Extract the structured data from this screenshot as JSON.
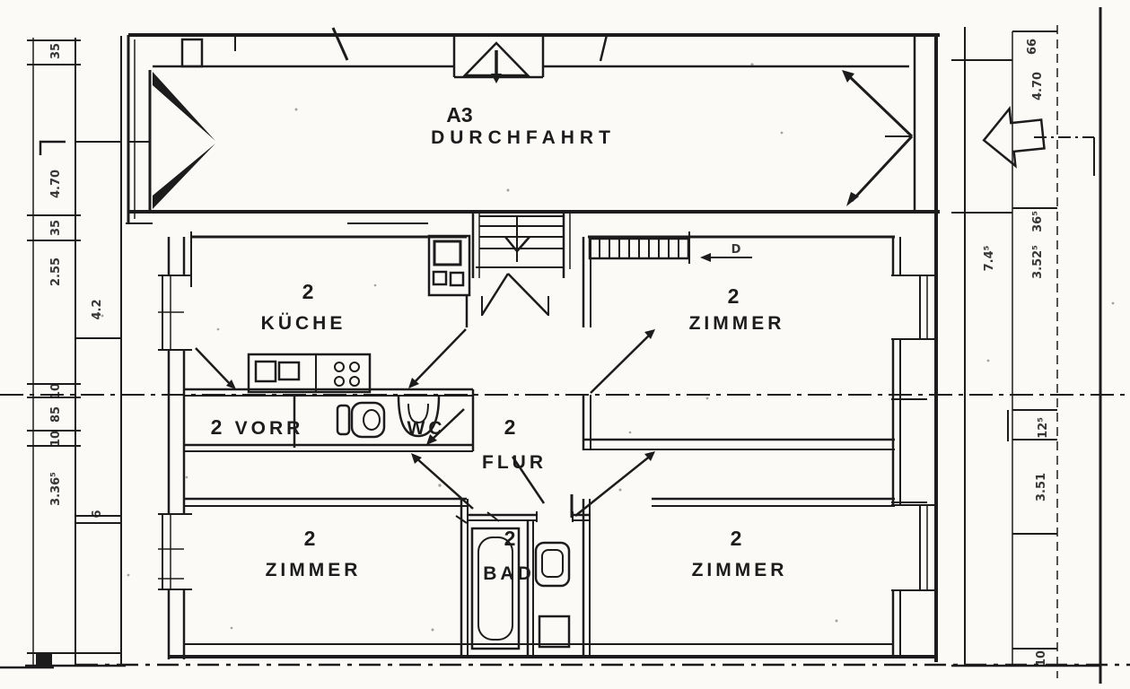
{
  "plan": {
    "unit_code": "A3",
    "passage_label": "DURCHFAHRT",
    "door_mark": "D",
    "rooms": {
      "kueche": {
        "number": "2",
        "name": "KÜCHE"
      },
      "zimmer_nord": {
        "number": "2",
        "name": "ZIMMER"
      },
      "vorraum": {
        "number": "2",
        "name": "VORR"
      },
      "wc": {
        "name": "WC"
      },
      "flur": {
        "number": "2",
        "name": "FLUR"
      },
      "zimmer_sued_west": {
        "number": "2",
        "name": "ZIMMER"
      },
      "bad": {
        "number": "2",
        "name": "BAD"
      },
      "zimmer_sued_ost": {
        "number": "2",
        "name": "ZIMMER"
      }
    },
    "dimensions": {
      "left_column": [
        "35",
        "4.70",
        "35",
        "2.55",
        "10",
        "85",
        "10",
        "3.36⁵"
      ],
      "left_column_2": [
        "4.2",
        "6"
      ],
      "right_column": [
        "66",
        "4.70",
        "36⁵",
        "3.52⁵",
        "12⁵",
        "3.51",
        "10"
      ],
      "right_column_2": [
        "7.4⁵"
      ]
    },
    "colors": {
      "ink": "#1c1c1c",
      "paper": "#fbfaf7"
    }
  }
}
